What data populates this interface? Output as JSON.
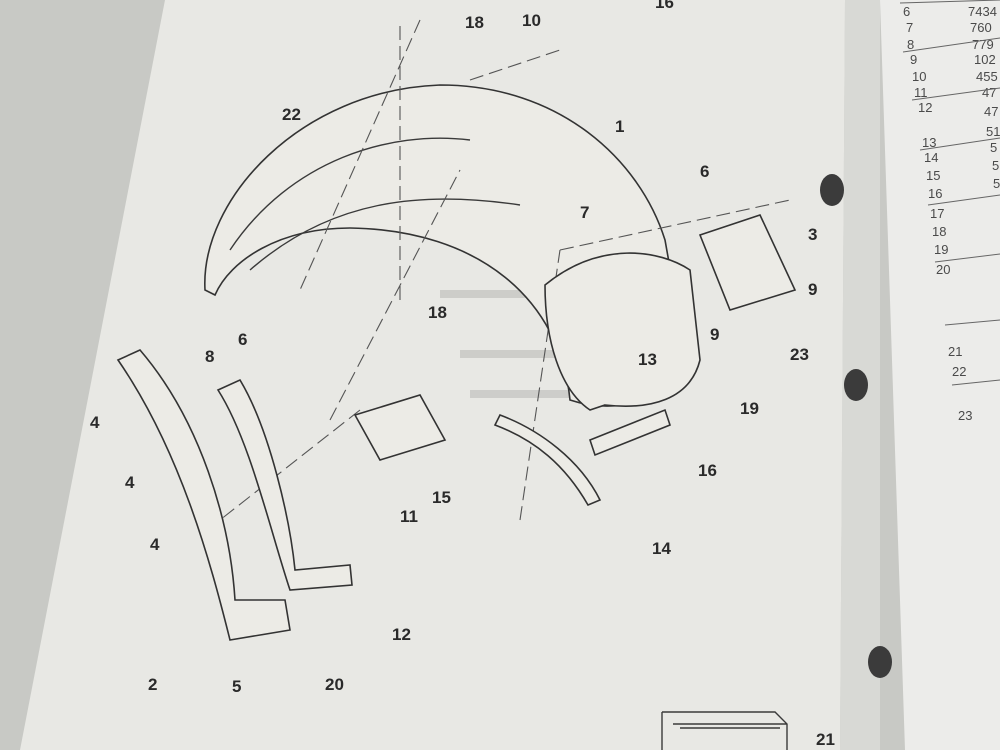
{
  "diagram": {
    "callouts": {
      "c18a": "18",
      "c10": "10",
      "c16top": "16",
      "c1": "1",
      "c22": "22",
      "c7": "7",
      "c6a": "6",
      "c3": "3",
      "c9a": "9",
      "c9b": "9",
      "c23": "23",
      "c18b": "18",
      "c6b": "6",
      "c8": "8",
      "c13": "13",
      "c19": "19",
      "c4a": "4",
      "c4b": "4",
      "c4c": "4",
      "c11": "11",
      "c15": "15",
      "c16": "16",
      "c14": "14",
      "c12": "12",
      "c2": "2",
      "c5": "5",
      "c20": "20"
    },
    "page_number": "21"
  },
  "parts_table": {
    "item_numbers": [
      "6",
      "7",
      "8",
      "9",
      "10",
      "11",
      "12",
      "13",
      "14",
      "15",
      "16",
      "17",
      "18",
      "19",
      "20",
      "21",
      "22",
      "23"
    ],
    "part_numbers_partial": [
      "7434",
      "760",
      "779",
      "102",
      "455",
      "47",
      "47",
      "51",
      "5",
      "5",
      "5"
    ]
  },
  "colors": {
    "page": "#e9e9e5",
    "background": "#c9cac6",
    "ink": "#2a2a2a"
  }
}
